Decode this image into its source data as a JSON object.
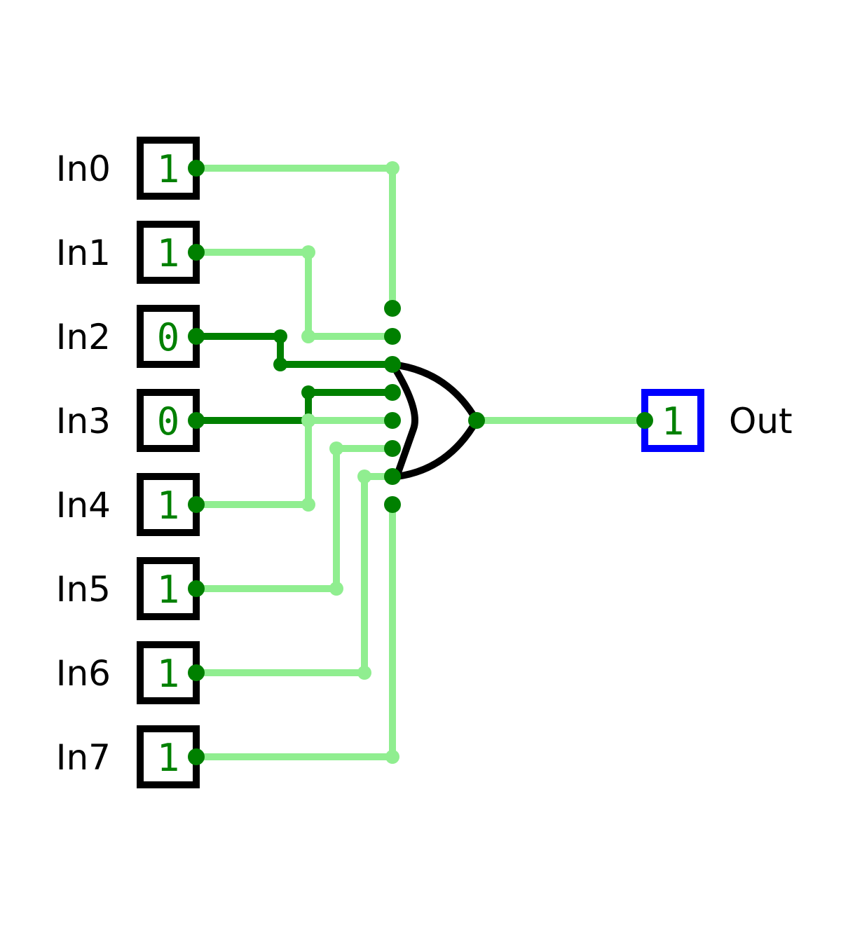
{
  "colors": {
    "wire_high": "#90ee90",
    "wire_low": "#008000",
    "pin": "#008000",
    "value_text": "#008000",
    "input_border": "#000000",
    "output_border": "#0000ff",
    "gate": "#000000"
  },
  "inputs": [
    {
      "label": "In0",
      "value": "1"
    },
    {
      "label": "In1",
      "value": "1"
    },
    {
      "label": "In2",
      "value": "0"
    },
    {
      "label": "In3",
      "value": "0"
    },
    {
      "label": "In4",
      "value": "1"
    },
    {
      "label": "In5",
      "value": "1"
    },
    {
      "label": "In6",
      "value": "1"
    },
    {
      "label": "In7",
      "value": "1"
    }
  ],
  "gate": {
    "type": "OR",
    "inputs": 8
  },
  "output": {
    "label": "Out",
    "value": "1"
  }
}
